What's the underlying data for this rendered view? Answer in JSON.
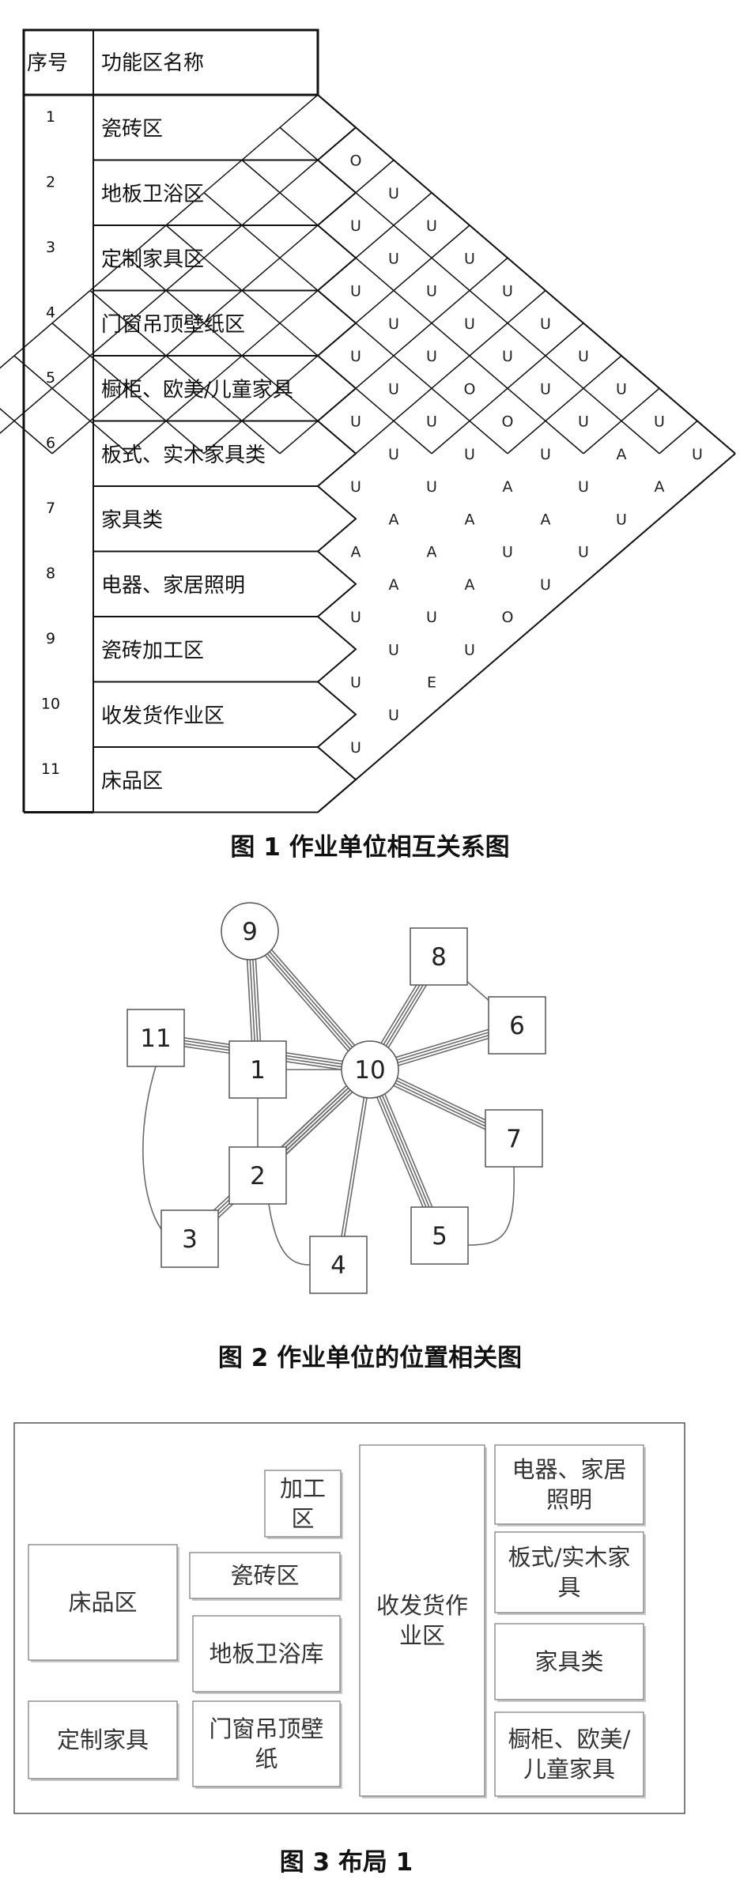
{
  "fig1": {
    "caption": "图 1  作业单位相互关系图",
    "header": {
      "no": "序号",
      "name": "功能区名称"
    },
    "units": [
      {
        "no": "1",
        "name": "瓷砖区"
      },
      {
        "no": "2",
        "name": "地板卫浴区"
      },
      {
        "no": "3",
        "name": "定制家具区"
      },
      {
        "no": "4",
        "name": "门窗吊顶壁纸区"
      },
      {
        "no": "5",
        "name": "橱柜、欧美/儿童家具"
      },
      {
        "no": "6",
        "name": "板式、实木家具类"
      },
      {
        "no": "7",
        "name": "家具类"
      },
      {
        "no": "8",
        "name": "电器、家居照明"
      },
      {
        "no": "9",
        "name": "瓷砖加工区"
      },
      {
        "no": "10",
        "name": "收发货作业区"
      },
      {
        "no": "11",
        "name": "床品区"
      }
    ],
    "relations": [
      [
        "O",
        "U",
        "U",
        "U",
        "U",
        "U",
        "U",
        "U",
        "U",
        "U"
      ],
      [
        "U",
        "U",
        "U",
        "U",
        "U",
        "U",
        "U",
        "A",
        "A"
      ],
      [
        "U",
        "U",
        "U",
        "O",
        "O",
        "U",
        "U",
        "U"
      ],
      [
        "U",
        "U",
        "U",
        "U",
        "A",
        "A",
        "U"
      ],
      [
        "U",
        "U",
        "U",
        "A",
        "U",
        "U"
      ],
      [
        "U",
        "A",
        "A",
        "A",
        "O"
      ],
      [
        "A",
        "A",
        "U",
        "U"
      ],
      [
        "U",
        "U",
        "E"
      ],
      [
        "U",
        "U"
      ],
      [
        "U"
      ]
    ]
  },
  "fig2": {
    "caption": "图 2  作业单位的位置相关图",
    "circle_nodes": [
      "9",
      "10"
    ],
    "square_nodes": [
      "1",
      "2",
      "3",
      "4",
      "5",
      "6",
      "7",
      "8",
      "11"
    ]
  },
  "fig3": {
    "caption": "图 3  布局 1",
    "blocks": {
      "jiagong": [
        "加工",
        "区"
      ],
      "chuangpin": [
        "床品区"
      ],
      "cizhuan": [
        "瓷砖区"
      ],
      "diban": [
        "地板卫浴库"
      ],
      "dingzhi": [
        "定制家具"
      ],
      "menchuang": [
        "门窗吊顶壁",
        "纸"
      ],
      "shoufa": [
        "收发货作",
        "业区"
      ],
      "dianqi": [
        "电器、家居",
        "照明"
      ],
      "banshi": [
        "板式/实木家",
        "具"
      ],
      "jiaju": [
        "家具类"
      ],
      "chugui": [
        "橱柜、欧美/",
        "儿童家具"
      ]
    }
  }
}
